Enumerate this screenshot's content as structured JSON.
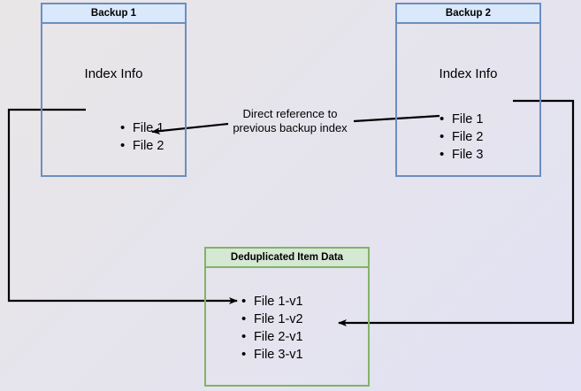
{
  "diagram": {
    "title": "Backup deduplication reference diagram",
    "colors": {
      "blue_fill": "#dae8fc",
      "blue_stroke": "#6c8ebf",
      "green_fill": "#d5e8d4",
      "green_stroke": "#82b366",
      "edge_stroke": "#000000",
      "background_start": "#e9e6e8",
      "background_end": "#e2e2f4"
    },
    "nodes": [
      {
        "id": "backup1",
        "header": "Backup 1",
        "body_title": "Index Info",
        "items": [
          "File 1",
          "File 2"
        ]
      },
      {
        "id": "backup2",
        "header": "Backup 2",
        "body_title": "Index Info",
        "items": [
          "File 1",
          "File 2",
          "File 3"
        ]
      },
      {
        "id": "dedup",
        "header": "Deduplicated Item Data",
        "body_title": "",
        "items": [
          "File 1-v1",
          "File 1-v2",
          "File 2-v1",
          "File 3-v1"
        ]
      }
    ],
    "edge_labels": {
      "direct_reference_line1": "Direct reference to",
      "direct_reference_line2": "previous backup index"
    },
    "bullet_glyph": "•"
  }
}
